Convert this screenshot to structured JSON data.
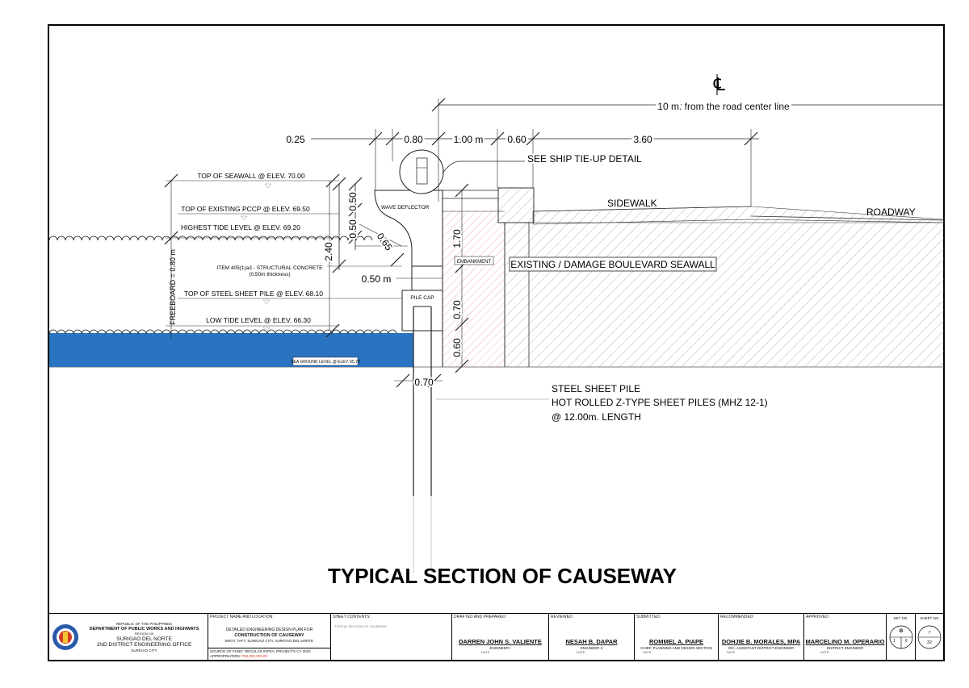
{
  "drawing": {
    "title": "TYPICAL SECTION OF CAUSEWAY",
    "centerline_symbol": "℄",
    "centerline_note": "10 m. from the road center line",
    "dims": {
      "d025": "0.25",
      "d080": "0.80",
      "d100": "1.00 m",
      "d060": "0.60",
      "d360": "3.60",
      "d050a": "0.50",
      "d050b": "0.50",
      "d050m": "0.50 m",
      "d065": "0.65",
      "d240": "2.40",
      "d170": "1.70",
      "d070v": "0.70",
      "d060v": "0.60",
      "d070h": "0.70",
      "freeboard": "FREEBOARD = 0.80 m"
    },
    "levels": {
      "seawall_top": "TOP OF SEAWALL @ ELEV. 70.00",
      "pccp_top": "TOP OF EXISTING PCCP @ ELEV. 69.50",
      "high_tide": "HIGHEST TIDE LEVEL @ ELEV. 69.20",
      "sheet_pile_top": "TOP OF STEEL SHEET PILE @ ELEV. 68.10",
      "low_tide": "LOW TIDE LEVEL @ ELEV. 66.30",
      "sea_ground": "SEA GROUND LEVEL @ ELEV. 65.70"
    },
    "labels": {
      "ship_tie": "SEE SHIP TIE-UP DETAIL",
      "sidewalk": "SIDEWALK",
      "roadway": "ROADWAY",
      "wave_deflector": "WAVE DEFLECTOR",
      "embankment": "EMBANKMENT",
      "existing_seawall": "EXISTING / DAMAGE BOULEVARD SEAWALL",
      "pile_cap": "PILE CAP",
      "item_405_1": "ITEM 405(1)a3 - STRUCTURAL CONCRETE",
      "item_405_2": "(0.50m thickness)",
      "sheet_pile_1": "STEEL SHEET PILE",
      "sheet_pile_2": "HOT ROLLED Z-TYPE SHEET PILES (MHZ 12-1)",
      "sheet_pile_3": "@ 12.00m. LENGTH"
    },
    "colors": {
      "water": "#2a73c0",
      "embankment_hatch": "#e89090",
      "line": "#111111"
    }
  },
  "title_block": {
    "agency": {
      "republic": "REPUBLIC OF THE PHILIPPINES",
      "dept": "DEPARTMENT OF PUBLIC WORKS AND HIGHWAYS",
      "region": "REGION XIII",
      "province": "SURIGAO DEL NORTE",
      "office": "2ND DISTRICT ENGINEERING OFFICE",
      "city": "SURIGAO CITY"
    },
    "project": {
      "label": "PROJECT NAME AND LOCATION:",
      "line1": "DETAILED ENGINEERING DESIGN PLAN FOR",
      "line2": "CONSTRUCTION OF CAUSEWAY",
      "line3": "BRGY. TAFT, SURIGAO CITY, SURIGAO DEL NORTE",
      "fund": "SOURCE OF FUND: REGULAR INFRA. PROJECTS CY 2022",
      "appropriation_label": "APPROPRIATION:",
      "appropriation_value": "P50,000,000.00"
    },
    "sheet_contents": {
      "label": "SHEET CONTENTS:",
      "value": "TYPICAL SECTION OF CAUSEWAY"
    },
    "drafted": {
      "label": "DRAFTED AND PREPARED:",
      "name": "DARREN JOHN S. VALIENTE",
      "position": "ENGINEER I",
      "date": "DATE"
    },
    "reviewed": {
      "label": "REVIEWED:",
      "name": "NESAH B. DAPAR",
      "position": "ENGINEER II",
      "date": "DATE"
    },
    "submitted": {
      "label": "SUBMITTED:",
      "name": "ROMMEL A. PIAPE",
      "position": "CHIEF, PLANNING AND DESIGN SECTION",
      "date": "DATE"
    },
    "recommended": {
      "label": "RECOMMENDED:",
      "name": "DOHJIE B. MORALES, MPA",
      "position": "OIC, ASSISTANT DISTRICT ENGINEER",
      "date": "DATE"
    },
    "approved": {
      "label": "APPROVED:",
      "name": "MARCELINO M. OPERARIO",
      "position": "DISTRICT ENGINEER",
      "date": "DATE"
    },
    "set_no": {
      "label": "SET NO.",
      "top": "B",
      "bl": "1",
      "br": "6"
    },
    "sheet_no": {
      "label": "SHEET NO.",
      "top": "7",
      "bottom": "32"
    }
  }
}
